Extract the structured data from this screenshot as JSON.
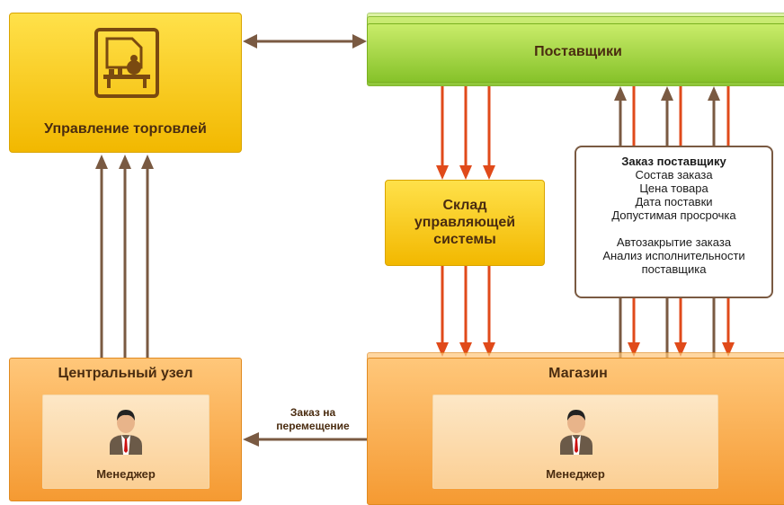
{
  "nodes": {
    "trade": {
      "label": "Управление торговлей"
    },
    "suppliers": {
      "label": "Поставщики"
    },
    "warehouse": {
      "lines": [
        "Склад",
        "управляющей",
        "системы"
      ]
    },
    "central": {
      "label": "Центральный узел",
      "manager": "Менеджер"
    },
    "store": {
      "label": "Магазин",
      "manager": "Менеджер"
    }
  },
  "callout": {
    "title": "Заказ поставщику",
    "lines": [
      "Состав заказа",
      "Цена товара",
      "Дата поставки",
      "Допустимая просрочка",
      "",
      "Автозакрытие заказа",
      "Анализ исполнительности",
      "поставщика"
    ]
  },
  "edge_label": {
    "lines": [
      "Заказ на",
      "перемещение"
    ]
  },
  "colors": {
    "red_arrow": "#e04a1a",
    "brown_arrow": "#7a5a42"
  }
}
